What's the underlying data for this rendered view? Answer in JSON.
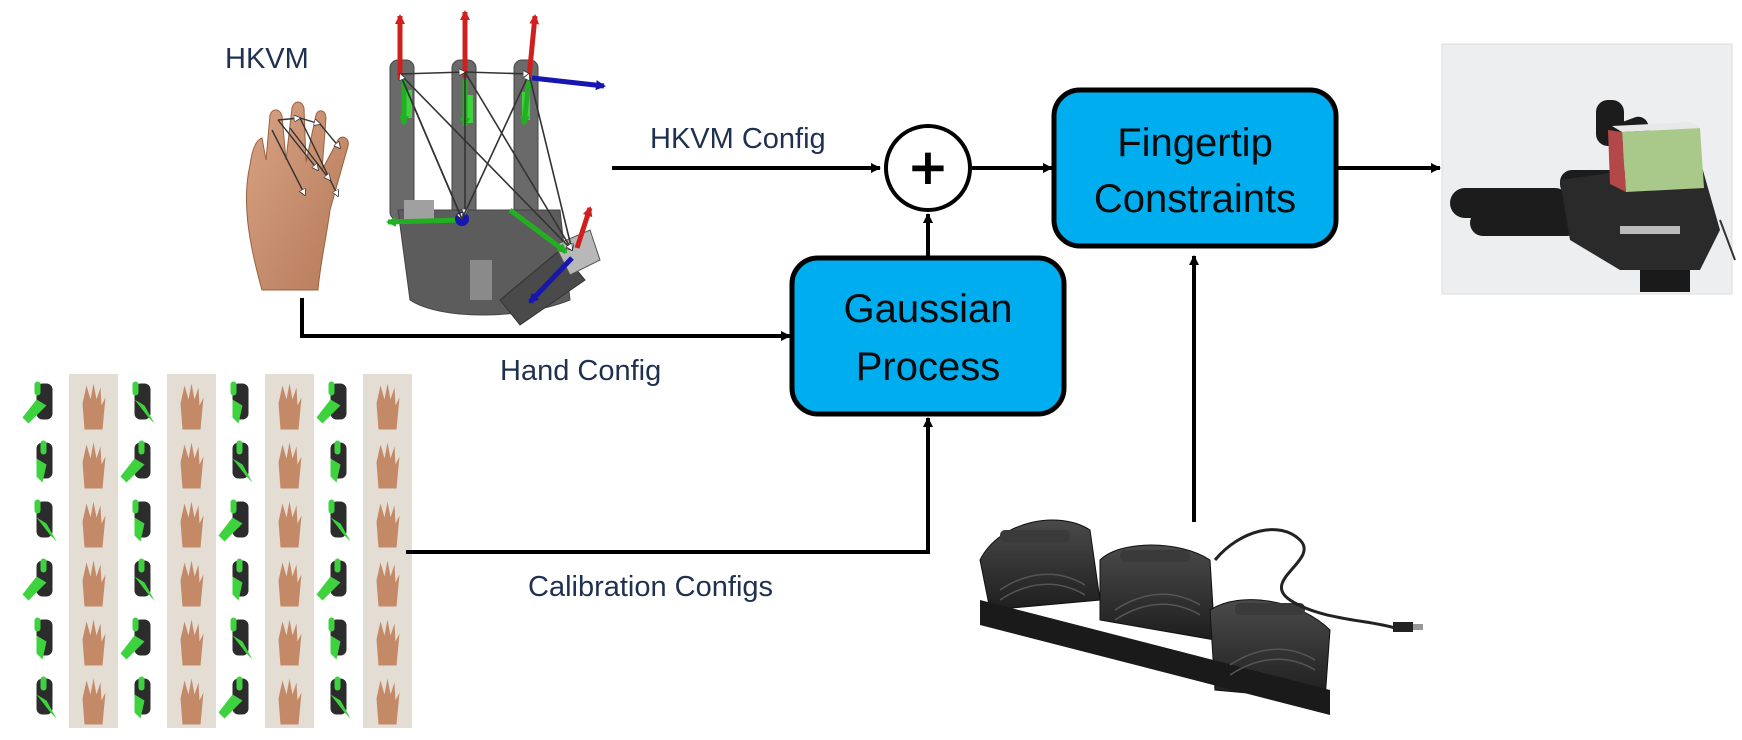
{
  "labels": {
    "hkvm": "HKVM",
    "hkvm_config": "HKVM Config",
    "hand_config": "Hand Config",
    "calibration_configs": "Calibration Configs"
  },
  "boxes": {
    "gaussian_process": [
      "Gaussian",
      "Process"
    ],
    "fingertip_constraints": [
      "Fingertip",
      "Constraints"
    ]
  },
  "sum_symbol": "+",
  "colors": {
    "box_fill": "#00aeef",
    "stroke": "#000000",
    "label_text": "#1f3050",
    "skin": "#c98e6e",
    "robot_hand": "#5c5c5c",
    "robot_hand_green": "#3fd23f",
    "arrow_red": "#d0201e",
    "arrow_green": "#22b022",
    "arrow_blue": "#1616b0",
    "pedal": "#2c2c2c"
  },
  "icons": {
    "hand_model": "hand-kinematic-vector-model-illustration",
    "calibration_grid": "calibration-poses-photo-grid",
    "robot_photo": "robot-hand-holding-cube-photo",
    "foot_pedal": "three-button-foot-pedal-photo"
  }
}
